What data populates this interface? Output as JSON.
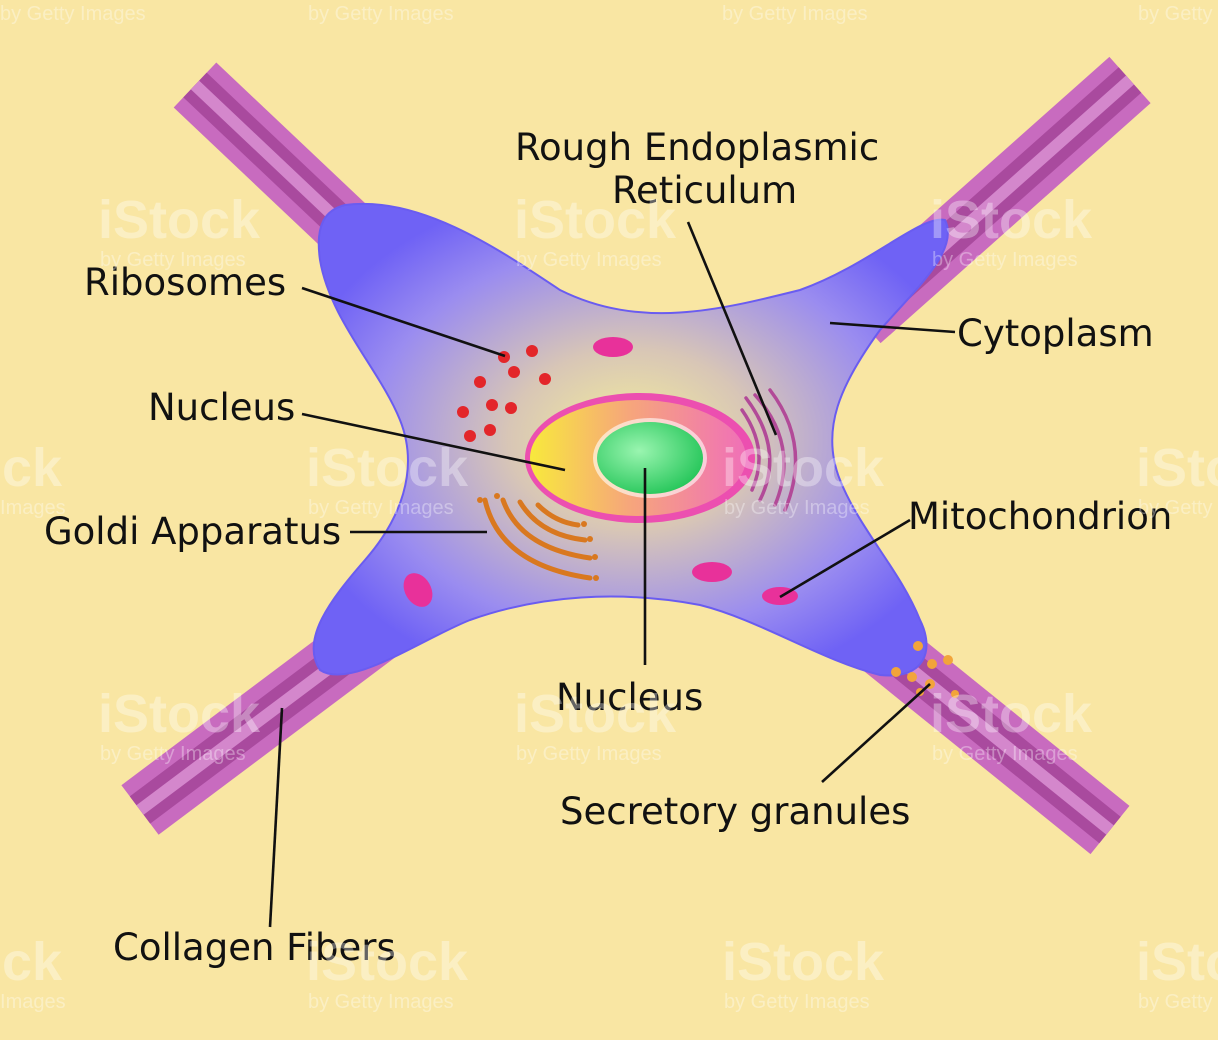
{
  "diagram": {
    "labels": {
      "rough_er_line1": "Rough Endoplasmic",
      "rough_er_line2": "Reticulum",
      "ribosomes": "Ribosomes",
      "cytoplasm": "Cytoplasm",
      "nucleus_top": "Nucleus",
      "golgi": "Goldi Apparatus",
      "mitochondrion": "Mitochondrion",
      "nucleus_bottom": "Nucleus",
      "secretory_granules": "Secretory granules",
      "collagen_fibers": "Collagen Fibers"
    },
    "colors": {
      "background": "#f9e6a3",
      "cell_body": "#7b6cf6",
      "cytoplasm_center": "#f3f0a0",
      "nucleus_outer": "#ef5fb3",
      "nucleolus": "#3fd56e",
      "collagen_fiber": "#c86bbf",
      "ribosome": "#e3262a",
      "golgi": "#d9781f",
      "mitochondrion": "#e8319a",
      "secretory_granule": "#f2a43a",
      "rough_er": "#b24a98"
    }
  },
  "watermark": {
    "brand": "iStock",
    "credit": "by Getty Images"
  }
}
